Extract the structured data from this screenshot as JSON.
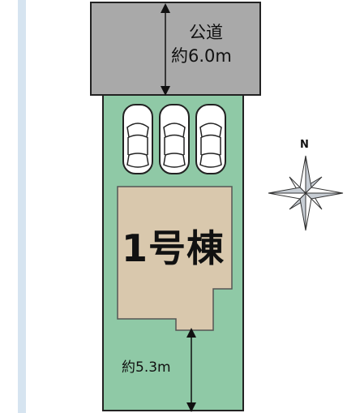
{
  "road": {
    "line1": "公道",
    "line2": "約6.0m"
  },
  "building": {
    "label": "1号棟"
  },
  "setback": {
    "label": "約5.3m"
  },
  "compass": {
    "north_label": "N"
  },
  "colors": {
    "road": "#a9a9a9",
    "lot": "#8fc9a6",
    "building": "#d9c8ad",
    "outline": "#222222",
    "compass_fill": "#c7cdd4"
  },
  "parking": {
    "car_count": 3
  }
}
